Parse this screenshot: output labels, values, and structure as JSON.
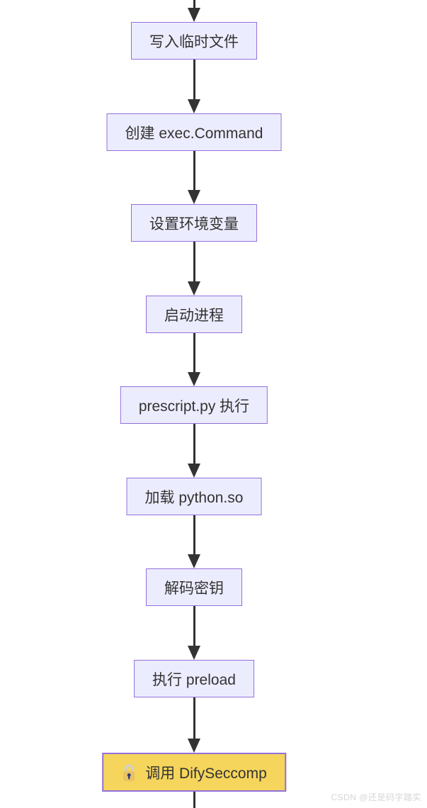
{
  "diagram": {
    "type": "flowchart-vertical",
    "nodes": [
      {
        "id": "write-temp-file",
        "label": "写入临时文件"
      },
      {
        "id": "create-exec-command",
        "label": "创建 exec.Command"
      },
      {
        "id": "set-env-vars",
        "label": "设置环境变量"
      },
      {
        "id": "start-process",
        "label": "启动进程"
      },
      {
        "id": "prescript-exec",
        "label": "prescript.py 执行"
      },
      {
        "id": "load-python-so",
        "label": "加载 python.so"
      },
      {
        "id": "decode-key",
        "label": "解码密钥"
      },
      {
        "id": "exec-preload",
        "label": "执行 preload"
      },
      {
        "id": "call-difyseccomp",
        "label": "调用 DifySeccomp",
        "icon": "lock-icon",
        "highlighted": true
      }
    ],
    "flow": "top-to-bottom, each node connects to the next with a solid arrow; entry arrow cut off at top, exit line cut off at bottom"
  },
  "colors": {
    "node_fill": "#ECECFF",
    "node_border": "#9370DB",
    "highlight_fill": "#F5D55C",
    "edge": "#333333",
    "text": "#333333",
    "watermark": "#D6D6D6"
  },
  "watermark": {
    "text": "CSDN @还是码字踏实"
  }
}
